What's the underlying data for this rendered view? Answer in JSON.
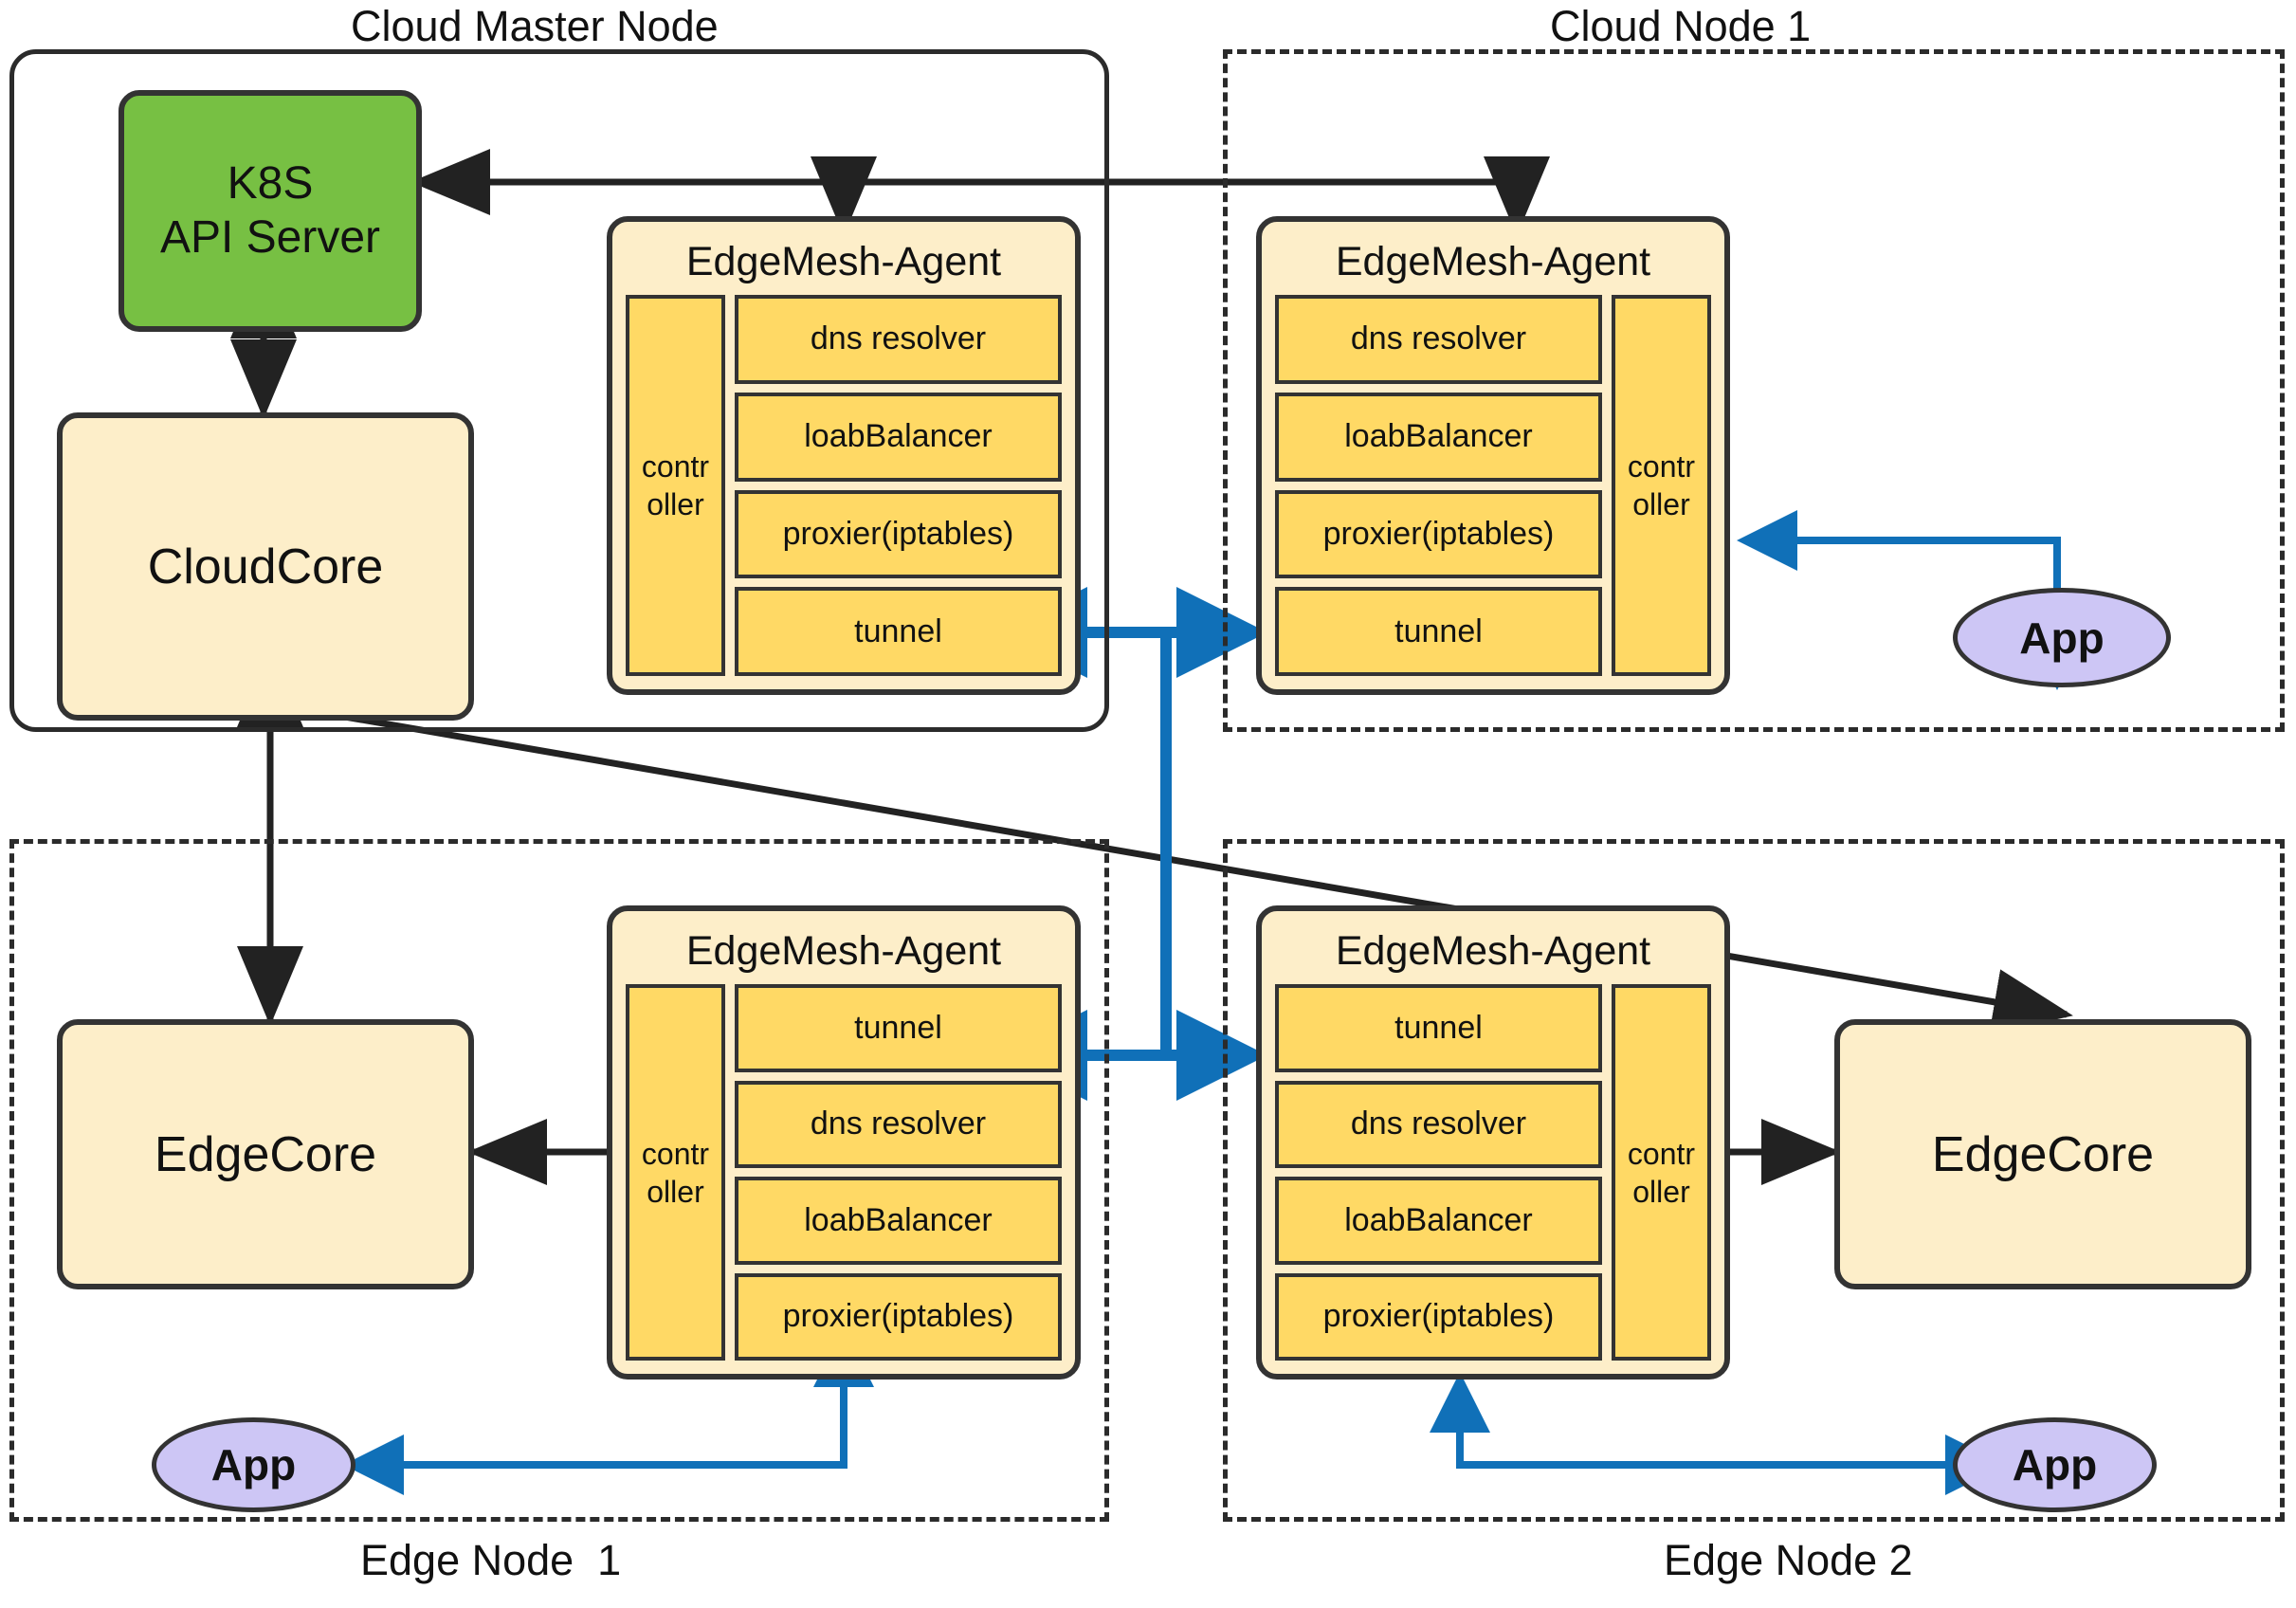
{
  "diagram": {
    "title_labels": {
      "cloud_master_node": "Cloud Master Node",
      "cloud_node_1": "Cloud Node 1",
      "edge_node_1": "Edge Node  1",
      "edge_node_2": "Edge Node 2"
    },
    "colors": {
      "k8s_green": "#77c043",
      "core_cream": "#fdeec9",
      "module_yellow": "#ffd965",
      "app_lavender": "#cdc6f5",
      "stroke_black": "#333333",
      "tunnel_blue": "#1070b8"
    }
  },
  "cloud_master_node": {
    "label": "Cloud Master Node",
    "k8s_api_server": {
      "line1": "K8S",
      "line2": "API Server"
    },
    "cloudcore": {
      "label": "CloudCore"
    },
    "agent": {
      "title": "EdgeMesh-Agent",
      "controller": {
        "line1": "contr",
        "line2": "oller"
      },
      "controller_side": "left",
      "modules": [
        "dns resolver",
        "loabBalancer",
        "proxier(iptables)",
        "tunnel"
      ]
    }
  },
  "cloud_node_1": {
    "label": "Cloud Node 1",
    "agent": {
      "title": "EdgeMesh-Agent",
      "controller": {
        "line1": "contr",
        "line2": "oller"
      },
      "controller_side": "right",
      "modules": [
        "dns resolver",
        "loabBalancer",
        "proxier(iptables)",
        "tunnel"
      ]
    },
    "app": {
      "label": "App"
    }
  },
  "edge_node_1": {
    "label": "Edge Node  1",
    "edgecore": {
      "label": "EdgeCore"
    },
    "agent": {
      "title": "EdgeMesh-Agent",
      "controller": {
        "line1": "contr",
        "line2": "oller"
      },
      "controller_side": "left",
      "modules": [
        "tunnel",
        "dns resolver",
        "loabBalancer",
        "proxier(iptables)"
      ]
    },
    "app": {
      "label": "App"
    }
  },
  "edge_node_2": {
    "label": "Edge Node 2",
    "edgecore": {
      "label": "EdgeCore"
    },
    "agent": {
      "title": "EdgeMesh-Agent",
      "controller": {
        "line1": "contr",
        "line2": "oller"
      },
      "controller_side": "right",
      "modules": [
        "tunnel",
        "dns resolver",
        "loabBalancer",
        "proxier(iptables)"
      ]
    },
    "app": {
      "label": "App"
    }
  }
}
